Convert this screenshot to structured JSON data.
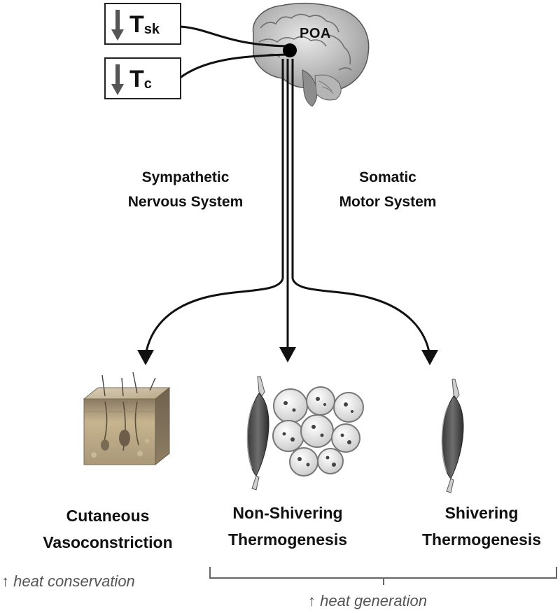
{
  "inputs": {
    "skin": {
      "symbol": "T",
      "subscript": "sk"
    },
    "core": {
      "symbol": "T",
      "subscript": "c"
    }
  },
  "brain_label": "POA",
  "pathways": {
    "sympathetic": {
      "line1": "Sympathetic",
      "line2": "Nervous System"
    },
    "somatic": {
      "line1": "Somatic",
      "line2": "Motor System"
    }
  },
  "effectors": {
    "vasoconstriction": {
      "line1": "Cutaneous",
      "line2": "Vasoconstriction"
    },
    "non_shivering": {
      "line1": "Non-Shivering",
      "line2": "Thermogenesis"
    },
    "shivering": {
      "line1": "Shivering",
      "line2": "Thermogenesis"
    }
  },
  "outcomes": {
    "conservation": {
      "arrow": "↑",
      "text": "heat conservation"
    },
    "generation": {
      "arrow": "↑",
      "text": "heat generation"
    }
  },
  "icons": {
    "down_arrow": "down-arrow-icon",
    "brain": "brain-icon",
    "skin": "skin-section-icon",
    "muscle": "muscle-icon",
    "brown_fat": "brown-adipocytes-icon"
  }
}
